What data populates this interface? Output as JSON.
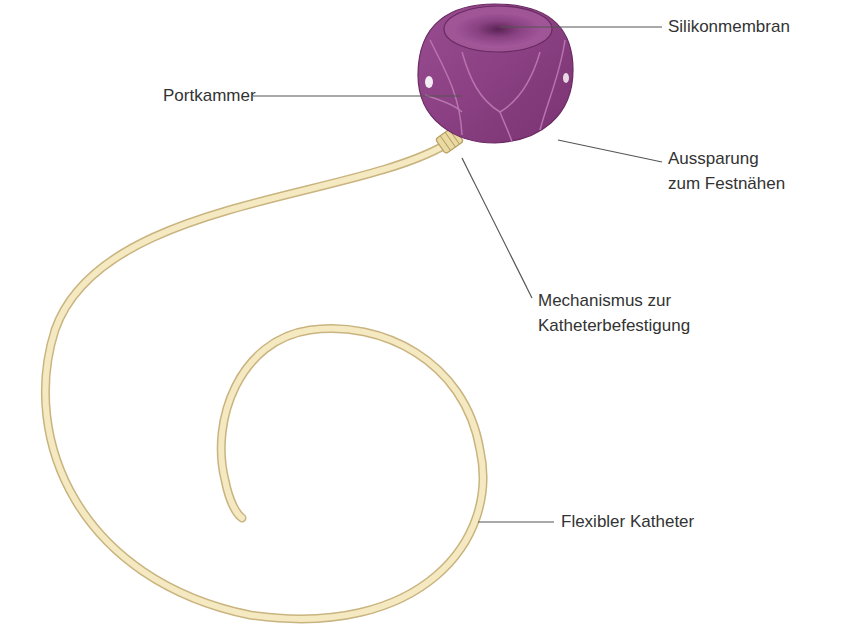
{
  "diagram": {
    "labels": [
      "Silikonmembran",
      "Portkammer",
      "Aussparung zum Festnähen",
      "Mechanismus zur Katheterbefestigung",
      "Flexibler Katheter"
    ]
  }
}
